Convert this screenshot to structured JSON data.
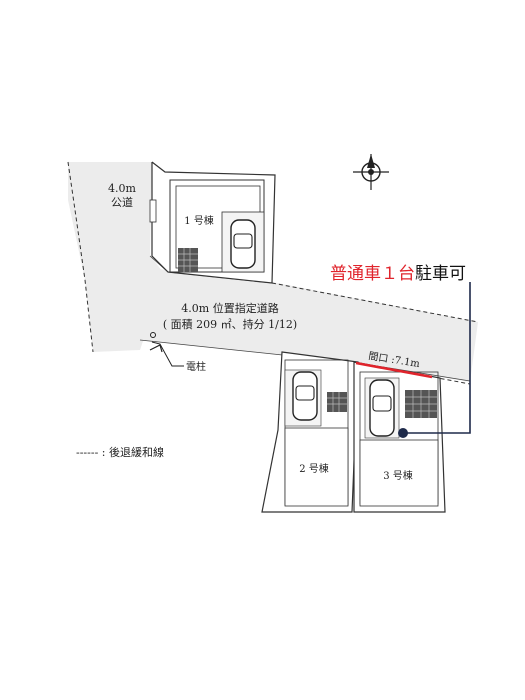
{
  "road_public": {
    "width": "4.0m",
    "name": "公道"
  },
  "road_designated": {
    "line1": "4.0m 位置指定道路",
    "line2": "( 面積 209 ㎡、持分 1/12)"
  },
  "utility_pole": "電柱",
  "setback_legend": "------ : 後退緩和線",
  "buildings": {
    "b1": "1 号棟",
    "b2": "2 号棟",
    "b3": "3 号棟"
  },
  "frontage": "間口 :7.1m",
  "parking": {
    "red_text": "普通車１台",
    "black_text": "駐車可"
  },
  "colors": {
    "road": "#ececec",
    "accent_red": "#e0242c",
    "callout_navy": "#1e2a4a",
    "tile": "#555555"
  }
}
